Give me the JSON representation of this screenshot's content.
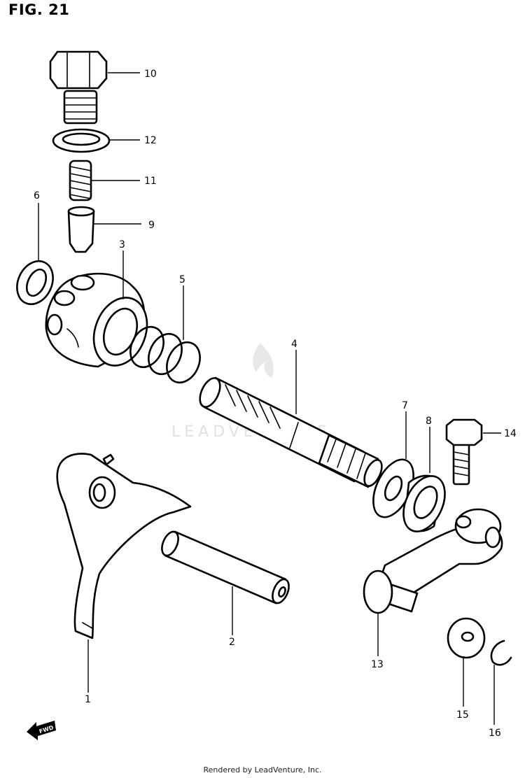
{
  "figure": {
    "title": "FIG. 21"
  },
  "parts": [
    {
      "key": "p10",
      "number": "10"
    },
    {
      "key": "p12",
      "number": "12"
    },
    {
      "key": "p11",
      "number": "11"
    },
    {
      "key": "p9",
      "number": "9"
    },
    {
      "key": "p6",
      "number": "6"
    },
    {
      "key": "p3",
      "number": "3"
    },
    {
      "key": "p5",
      "number": "5"
    },
    {
      "key": "p4",
      "number": "4"
    },
    {
      "key": "p7",
      "number": "7"
    },
    {
      "key": "p8",
      "number": "8"
    },
    {
      "key": "p14",
      "number": "14"
    },
    {
      "key": "p1",
      "number": "1"
    },
    {
      "key": "p2",
      "number": "2"
    },
    {
      "key": "p13",
      "number": "13"
    },
    {
      "key": "p15",
      "number": "15"
    },
    {
      "key": "p16",
      "number": "16"
    }
  ],
  "watermark": {
    "text": "LEADVENTURE"
  },
  "direction_marker": {
    "text": "FWD"
  },
  "footer": {
    "text": "Rendered by LeadVenture, Inc."
  }
}
